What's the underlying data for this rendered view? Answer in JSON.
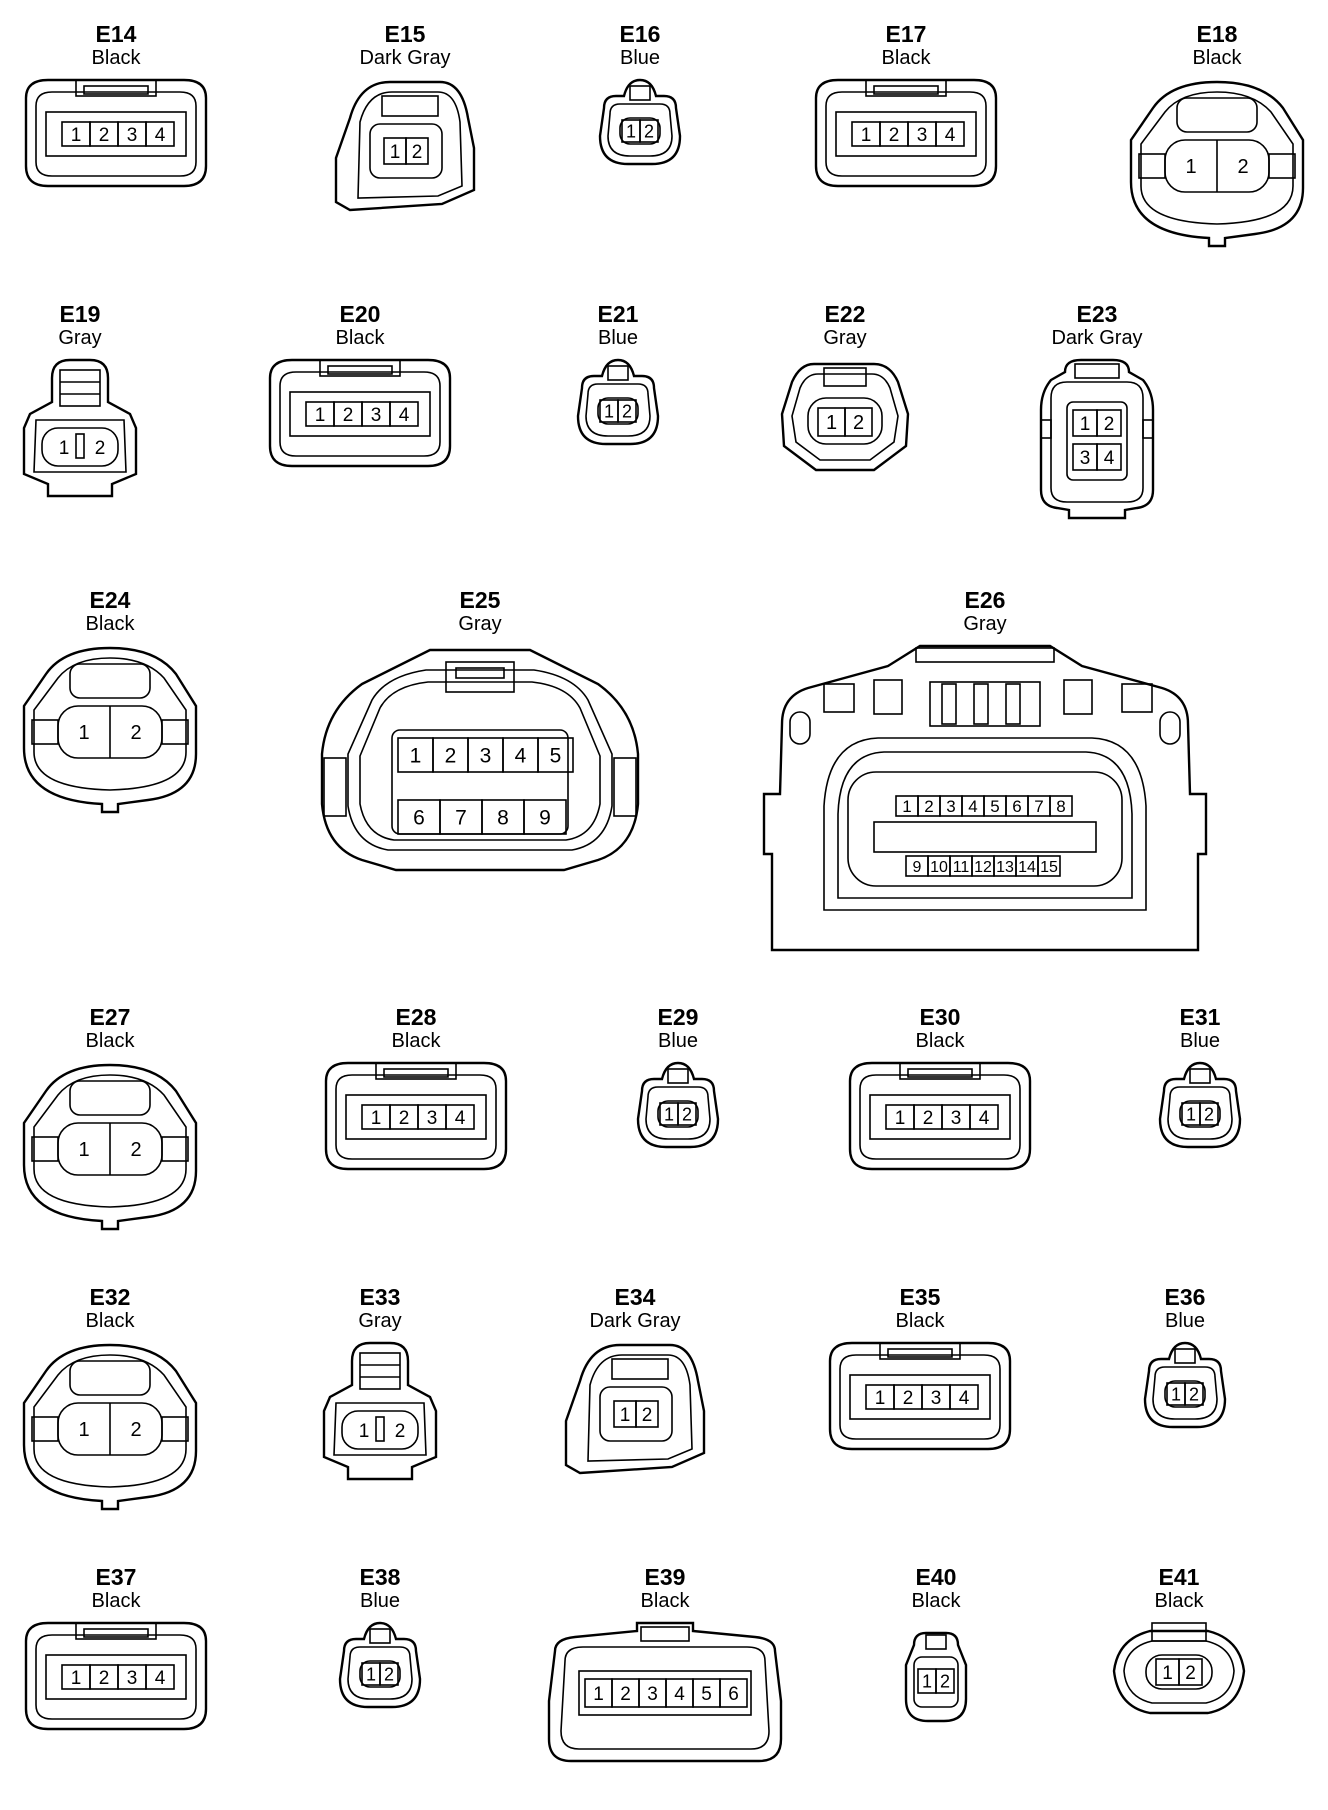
{
  "connectors": [
    {
      "id": "E14",
      "color": "Black",
      "pins": [
        "1",
        "2",
        "3",
        "4"
      ]
    },
    {
      "id": "E15",
      "color": "Dark Gray",
      "pins": [
        "1",
        "2"
      ]
    },
    {
      "id": "E16",
      "color": "Blue",
      "pins": [
        "1",
        "2"
      ]
    },
    {
      "id": "E17",
      "color": "Black",
      "pins": [
        "1",
        "2",
        "3",
        "4"
      ]
    },
    {
      "id": "E18",
      "color": "Black",
      "pins": [
        "1",
        "2"
      ]
    },
    {
      "id": "E19",
      "color": "Gray",
      "pins": [
        "1",
        "2"
      ]
    },
    {
      "id": "E20",
      "color": "Black",
      "pins": [
        "1",
        "2",
        "3",
        "4"
      ]
    },
    {
      "id": "E21",
      "color": "Blue",
      "pins": [
        "1",
        "2"
      ]
    },
    {
      "id": "E22",
      "color": "Gray",
      "pins": [
        "1",
        "2"
      ]
    },
    {
      "id": "E23",
      "color": "Dark Gray",
      "pins": [
        "1",
        "2",
        "3",
        "4"
      ]
    },
    {
      "id": "E24",
      "color": "Black",
      "pins": [
        "1",
        "2"
      ]
    },
    {
      "id": "E25",
      "color": "Gray",
      "pins": [
        "1",
        "2",
        "3",
        "4",
        "5",
        "6",
        "7",
        "8",
        "9"
      ]
    },
    {
      "id": "E26",
      "color": "Gray",
      "pins": [
        "1",
        "2",
        "3",
        "4",
        "5",
        "6",
        "7",
        "8",
        "9",
        "10",
        "11",
        "12",
        "13",
        "14",
        "15"
      ]
    },
    {
      "id": "E27",
      "color": "Black",
      "pins": [
        "1",
        "2"
      ]
    },
    {
      "id": "E28",
      "color": "Black",
      "pins": [
        "1",
        "2",
        "3",
        "4"
      ]
    },
    {
      "id": "E29",
      "color": "Blue",
      "pins": [
        "1",
        "2"
      ]
    },
    {
      "id": "E30",
      "color": "Black",
      "pins": [
        "1",
        "2",
        "3",
        "4"
      ]
    },
    {
      "id": "E31",
      "color": "Blue",
      "pins": [
        "1",
        "2"
      ]
    },
    {
      "id": "E32",
      "color": "Black",
      "pins": [
        "1",
        "2"
      ]
    },
    {
      "id": "E33",
      "color": "Gray",
      "pins": [
        "1",
        "2"
      ]
    },
    {
      "id": "E34",
      "color": "Dark Gray",
      "pins": [
        "1",
        "2"
      ]
    },
    {
      "id": "E35",
      "color": "Black",
      "pins": [
        "1",
        "2",
        "3",
        "4"
      ]
    },
    {
      "id": "E36",
      "color": "Blue",
      "pins": [
        "1",
        "2"
      ]
    },
    {
      "id": "E37",
      "color": "Black",
      "pins": [
        "1",
        "2",
        "3",
        "4"
      ]
    },
    {
      "id": "E38",
      "color": "Blue",
      "pins": [
        "1",
        "2"
      ]
    },
    {
      "id": "E39",
      "color": "Black",
      "pins": [
        "1",
        "2",
        "3",
        "4",
        "5",
        "6"
      ]
    },
    {
      "id": "E40",
      "color": "Black",
      "pins": [
        "1",
        "2"
      ]
    },
    {
      "id": "E41",
      "color": "Black",
      "pins": [
        "1",
        "2"
      ]
    }
  ]
}
